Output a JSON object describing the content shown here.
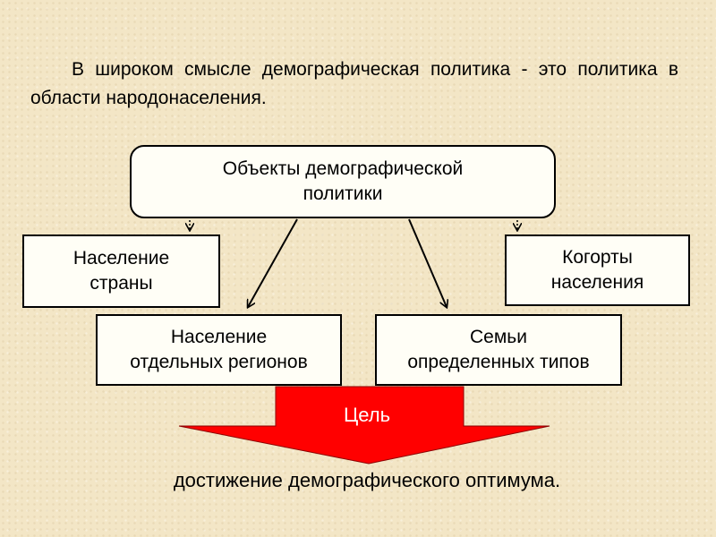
{
  "intro_text": "В широком смысле демографическая политика - это политика в области народонаселения.",
  "diagram": {
    "root": {
      "line1": "Объекты демографической",
      "line2": "политики"
    },
    "nodes": {
      "population_country": {
        "line1": "Население",
        "line2": "страны"
      },
      "cohorts": {
        "line1": "Когорты",
        "line2": "населения"
      },
      "population_regions": {
        "line1": "Население",
        "line2": "отдельных регионов"
      },
      "families": {
        "line1": "Семьи",
        "line2": "определенных типов"
      }
    },
    "goal": {
      "label": "Цель",
      "color": "#ff0000"
    },
    "result_text": "достижение демографического оптимума."
  }
}
